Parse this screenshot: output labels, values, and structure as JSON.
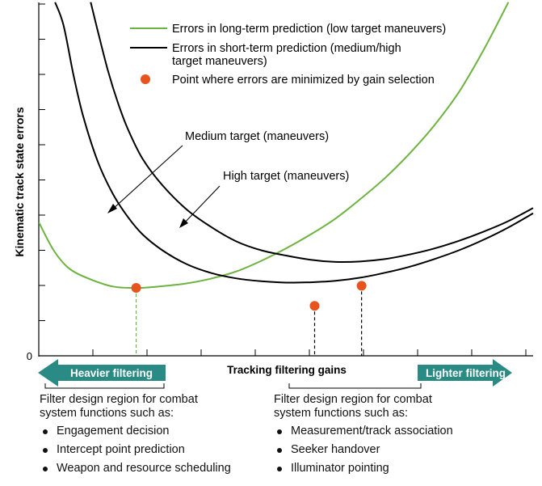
{
  "chart_data": {
    "type": "line",
    "xlabel": "Tracking filtering gains",
    "ylabel": "Kinematic track state errors",
    "ytick_zero": "0",
    "xlim": [
      0,
      100
    ],
    "ylim": [
      0,
      100
    ],
    "series": [
      {
        "name": "Errors in long-term prediction (low target maneuvers)",
        "color": "#6db33f",
        "points": [
          [
            0,
            38
          ],
          [
            3,
            30
          ],
          [
            6,
            25
          ],
          [
            10,
            22
          ],
          [
            15,
            19.7
          ],
          [
            20,
            19.3
          ],
          [
            25,
            19.8
          ],
          [
            30,
            20.6
          ],
          [
            35,
            22
          ],
          [
            40,
            24
          ],
          [
            45,
            27
          ],
          [
            50,
            30.5
          ],
          [
            55,
            34.5
          ],
          [
            60,
            39
          ],
          [
            65,
            44.5
          ],
          [
            70,
            50.5
          ],
          [
            75,
            57.5
          ],
          [
            80,
            65.5
          ],
          [
            85,
            75
          ],
          [
            90,
            87
          ],
          [
            95,
            100.5
          ]
        ]
      },
      {
        "name": "Medium target (maneuvers)",
        "color": "#000000",
        "points": [
          [
            3.3,
            100.5
          ],
          [
            5,
            94
          ],
          [
            7,
            80
          ],
          [
            9,
            68
          ],
          [
            12,
            55
          ],
          [
            15,
            46
          ],
          [
            18,
            39.5
          ],
          [
            21,
            34.5
          ],
          [
            25,
            30
          ],
          [
            30,
            26
          ],
          [
            35,
            23.5
          ],
          [
            40,
            22
          ],
          [
            45,
            21.2
          ],
          [
            50,
            20.8
          ],
          [
            55,
            20.9
          ],
          [
            60,
            21.3
          ],
          [
            65,
            22.2
          ],
          [
            70,
            23.6
          ],
          [
            75,
            25.3
          ],
          [
            80,
            27.5
          ],
          [
            85,
            30
          ],
          [
            90,
            33
          ],
          [
            95,
            36.5
          ],
          [
            100,
            40.5
          ]
        ]
      },
      {
        "name": "High target (maneuvers)",
        "color": "#000000",
        "points": [
          [
            10.5,
            100.5
          ],
          [
            12,
            92
          ],
          [
            14,
            81
          ],
          [
            16,
            72
          ],
          [
            18,
            64.5
          ],
          [
            21,
            56
          ],
          [
            25,
            48.5
          ],
          [
            30,
            41.5
          ],
          [
            35,
            36.5
          ],
          [
            40,
            32.5
          ],
          [
            45,
            30
          ],
          [
            50,
            28.5
          ],
          [
            55,
            27.3
          ],
          [
            60,
            26.7
          ],
          [
            65,
            26.8
          ],
          [
            70,
            27.5
          ],
          [
            75,
            28.8
          ],
          [
            80,
            30.5
          ],
          [
            85,
            32.7
          ],
          [
            90,
            35.3
          ],
          [
            95,
            38.3
          ],
          [
            100,
            42
          ]
        ]
      }
    ],
    "optimal_points": [
      {
        "x": 19.7,
        "y": 19.3,
        "color": "#e8541e",
        "dash_color": "#6db33f"
      },
      {
        "x": 55.8,
        "y": 14.2,
        "color": "#e8541e",
        "dash_color": "#000000"
      },
      {
        "x": 65.3,
        "y": 19.9,
        "color": "#e8541e",
        "dash_color": "#000000"
      }
    ],
    "legend": {
      "position": "top-right",
      "items": [
        {
          "kind": "line",
          "color": "#6db33f",
          "label": "Errors in long-term prediction (low target maneuvers)"
        },
        {
          "kind": "line",
          "color": "#000000",
          "label": "Errors in short-term prediction (medium/high target maneuvers)"
        },
        {
          "kind": "dot",
          "color": "#e8541e",
          "label": "Point where errors are minimized by gain selection"
        }
      ]
    },
    "annotations": [
      {
        "text": "Medium target (maneuvers)",
        "target": "Medium target (maneuvers)"
      },
      {
        "text": "High target (maneuvers)",
        "target": "High target (maneuvers)"
      }
    ],
    "grid": false
  },
  "filtering": {
    "heavier_label": "Heavier filtering",
    "lighter_label": "Lighter filtering",
    "arrow_color": "#2a8a84"
  },
  "regions": {
    "left": {
      "description": "Filter design region for combat\nsystem functions such as:",
      "items": [
        "Engagement decision",
        "Intercept point prediction",
        "Weapon and resource scheduling"
      ]
    },
    "right": {
      "description": "Filter design region for combat\nsystem functions such as:",
      "items": [
        "Measurement/track association",
        "Seeker handover",
        "Illuminator pointing"
      ]
    }
  }
}
